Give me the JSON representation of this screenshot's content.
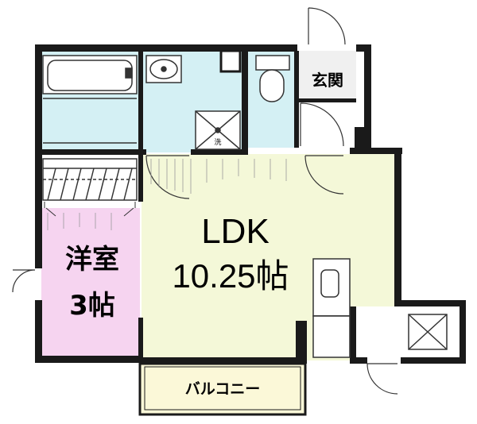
{
  "rooms": {
    "genkan": {
      "label": "玄関"
    },
    "ldk": {
      "label": "LDK",
      "size": "10.25帖"
    },
    "western": {
      "label": "洋室",
      "size": "3帖"
    },
    "balcony": {
      "label": "バルコニー"
    }
  },
  "fixtures": {
    "drain_mark": "洗"
  },
  "colors": {
    "ldk_floor": "#f4f8d8",
    "western_floor": "#f6d4f0",
    "wet_area": "#d4f0f4",
    "balcony_floor": "#fbf8d8",
    "genkan_floor": "#f0f0f0",
    "wall": "#1a1a1a"
  }
}
